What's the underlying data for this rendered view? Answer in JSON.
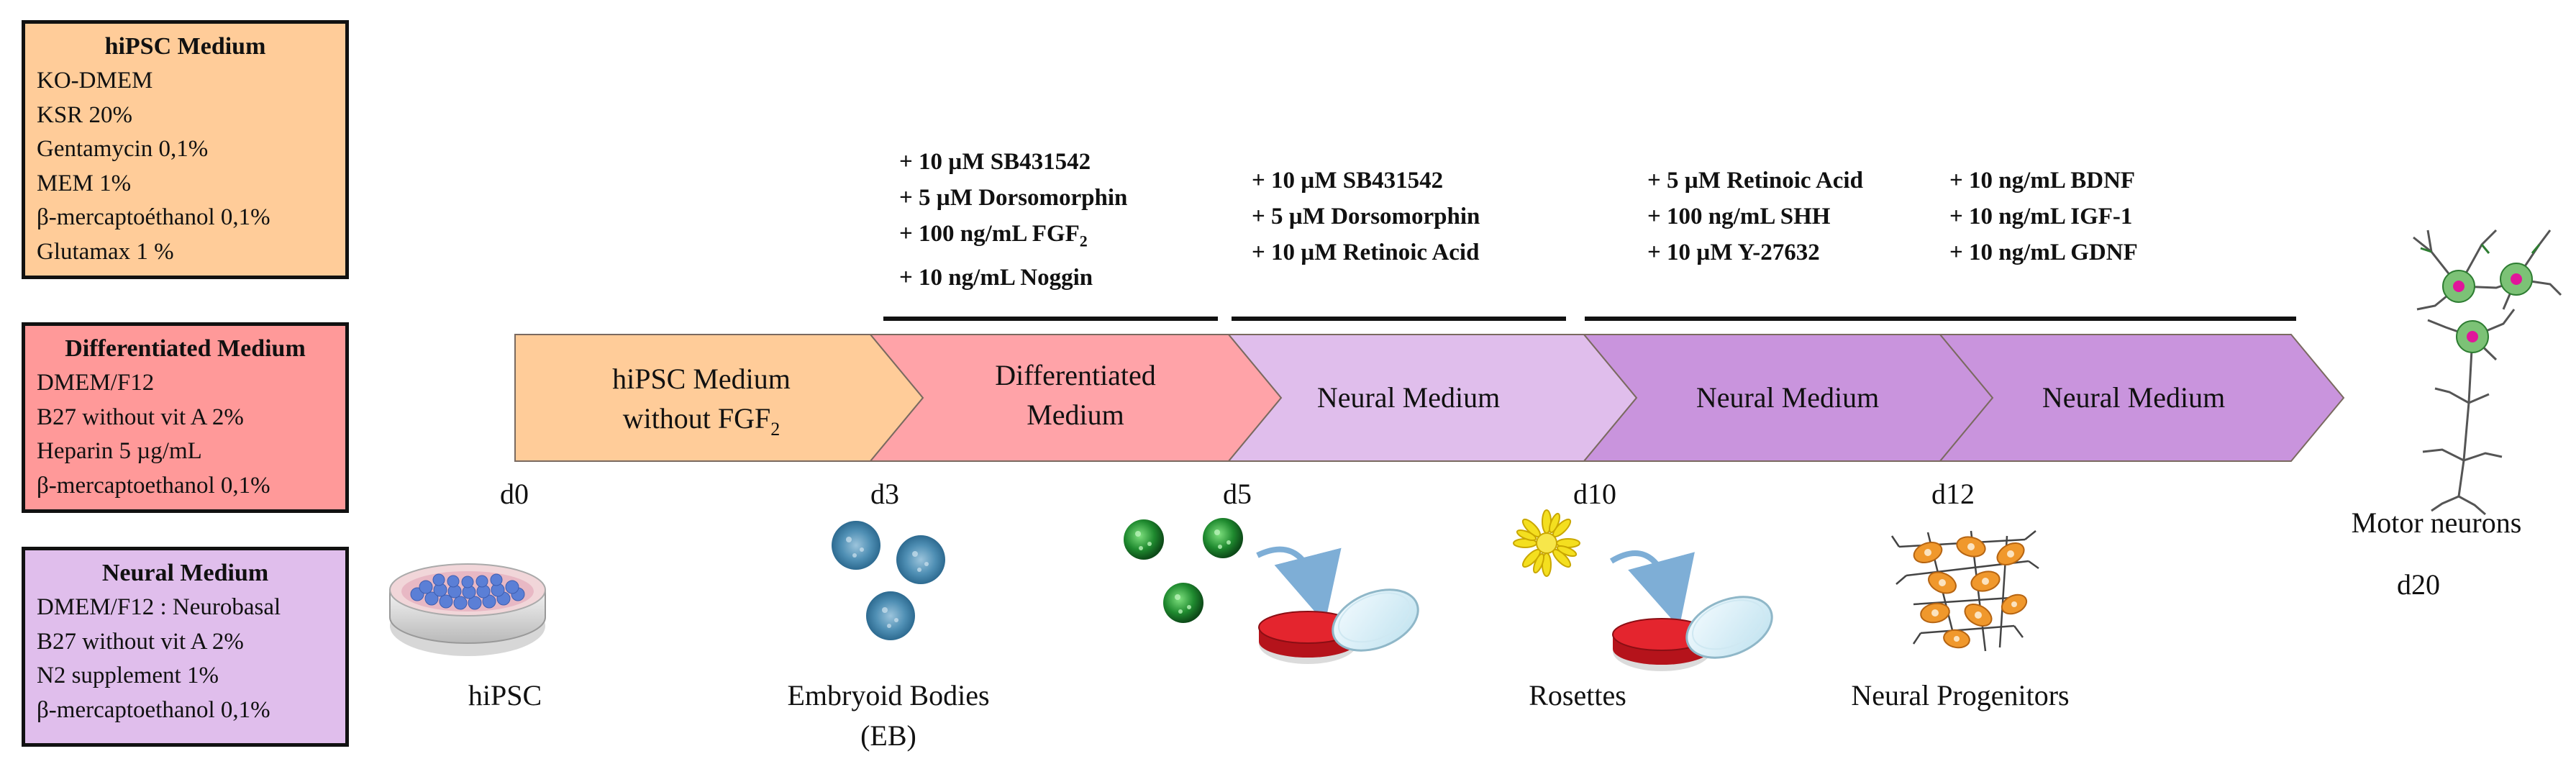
{
  "media_boxes": [
    {
      "title": "hiPSC Medium",
      "color": "#FFCC99",
      "lines": [
        "KO-DMEM",
        "KSR 20%",
        "Gentamycin  0,1%",
        "MEM 1%",
        "β-mercaptoéthanol 0,1%",
        "Glutamax 1 %"
      ]
    },
    {
      "title": "Differentiated Medium",
      "color": "#FF9999",
      "lines": [
        "DMEM/F12",
        "B27 without vit A 2%",
        "Heparin 5 µg/mL",
        "β-mercaptoethanol 0,1%"
      ]
    },
    {
      "title": "Neural Medium",
      "color": "#E0BEEC",
      "lines": [
        "DMEM/F12 : Neurobasal",
        "B27 without  vit A 2%",
        "N2 supplement 1%",
        "β-mercaptoethanol  0,1%"
      ]
    }
  ],
  "supplements": [
    {
      "lines": [
        "+ 10 µM SB431542",
        "+ 5 µM Dorsomorphin",
        "+ 100 ng/mL FGF",
        "+ 10 ng/mL Noggin"
      ],
      "fgf_sub": "2"
    },
    {
      "lines": [
        "+ 10 µM SB431542",
        "+ 5 µM Dorsomorphin",
        "+ 10 µM Retinoic Acid"
      ]
    },
    {
      "lines": [
        "+ 5 µM Retinoic Acid",
        "+ 100 ng/mL SHH",
        "+ 10 µM Y-27632"
      ]
    },
    {
      "lines": [
        "+ 10 ng/mL BDNF",
        "+ 10 ng/mL IGF-1",
        "+ 10 ng/mL GDNF"
      ]
    }
  ],
  "timeline": [
    {
      "line1": "hiPSC Medium",
      "line2": "without FGF",
      "sub": "2",
      "color": "#FFCC99"
    },
    {
      "line1": "Differentiated",
      "line2": "Medium",
      "color": "#FFA3A8"
    },
    {
      "line1": "Neural Medium",
      "color": "#E0BEEC"
    },
    {
      "line1": "Neural Medium",
      "color": "#C994DD"
    },
    {
      "line1": "Neural Medium",
      "color": "#C994DD"
    }
  ],
  "days": [
    "d0",
    "d3",
    "d5",
    "d10",
    "d12",
    "d20"
  ],
  "stages": {
    "hipsc": "hiPSC",
    "eb_line1": "Embryoid Bodies",
    "eb_line2": "(EB)",
    "rosettes": "Rosettes",
    "progenitors": "Neural Progenitors",
    "motor_neurons": "Motor neurons"
  },
  "icons": [
    "petri-dish-cells-icon",
    "embryoid-body-icon",
    "green-spheroid-icon",
    "petri-dish-red-icon",
    "rosette-icon",
    "neural-progenitor-cells-icon",
    "motor-neuron-icon",
    "curved-arrow-icon"
  ]
}
